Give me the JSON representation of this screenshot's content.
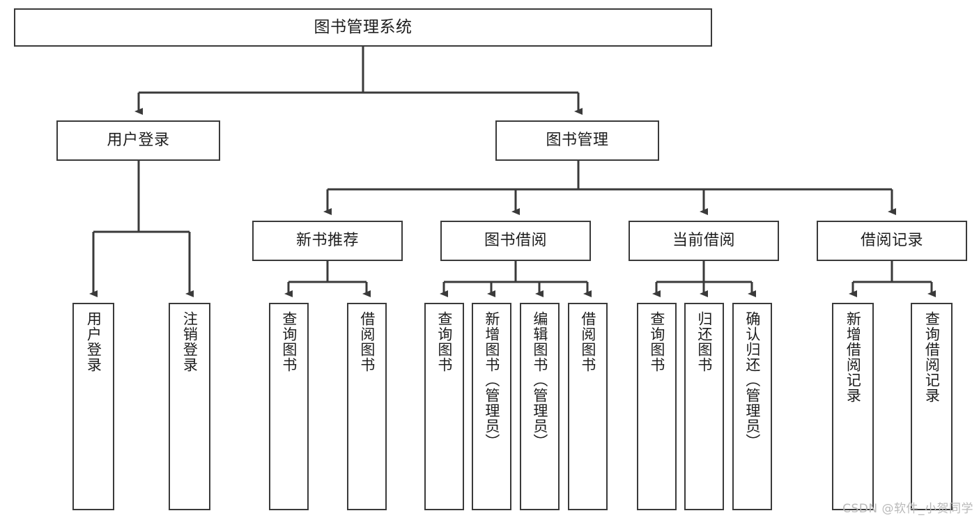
{
  "diagram": {
    "type": "tree",
    "root": {
      "label": "图书管理系统"
    },
    "level2": [
      {
        "label": "用户登录"
      },
      {
        "label": "图书管理"
      }
    ],
    "level3": [
      {
        "label": "新书推荐"
      },
      {
        "label": "图书借阅"
      },
      {
        "label": "当前借阅"
      },
      {
        "label": "借阅记录"
      }
    ],
    "leaves": {
      "user_login": [
        {
          "label": "用户登录"
        },
        {
          "label": "注销登录"
        }
      ],
      "new_book": [
        {
          "label": "查询图书"
        },
        {
          "label": "借阅图书"
        }
      ],
      "book_borrow": [
        {
          "label": "查询图书"
        },
        {
          "label": "新增图书（管理员）"
        },
        {
          "label": "编辑图书（管理员）"
        },
        {
          "label": "借阅图书"
        }
      ],
      "current_borrow": [
        {
          "label": "查询图书"
        },
        {
          "label": "归还图书"
        },
        {
          "label": "确认归还（管理员）"
        }
      ],
      "borrow_record": [
        {
          "label": "新增借阅记录"
        },
        {
          "label": "查询借阅记录"
        }
      ]
    }
  },
  "watermark": {
    "text": "CSDN @软件_小贺同学"
  },
  "colors": {
    "stroke": "#3a3a3a",
    "box_fill": "#ffffff",
    "text": "#1d1d1d",
    "watermark": "#b9b9b9"
  }
}
